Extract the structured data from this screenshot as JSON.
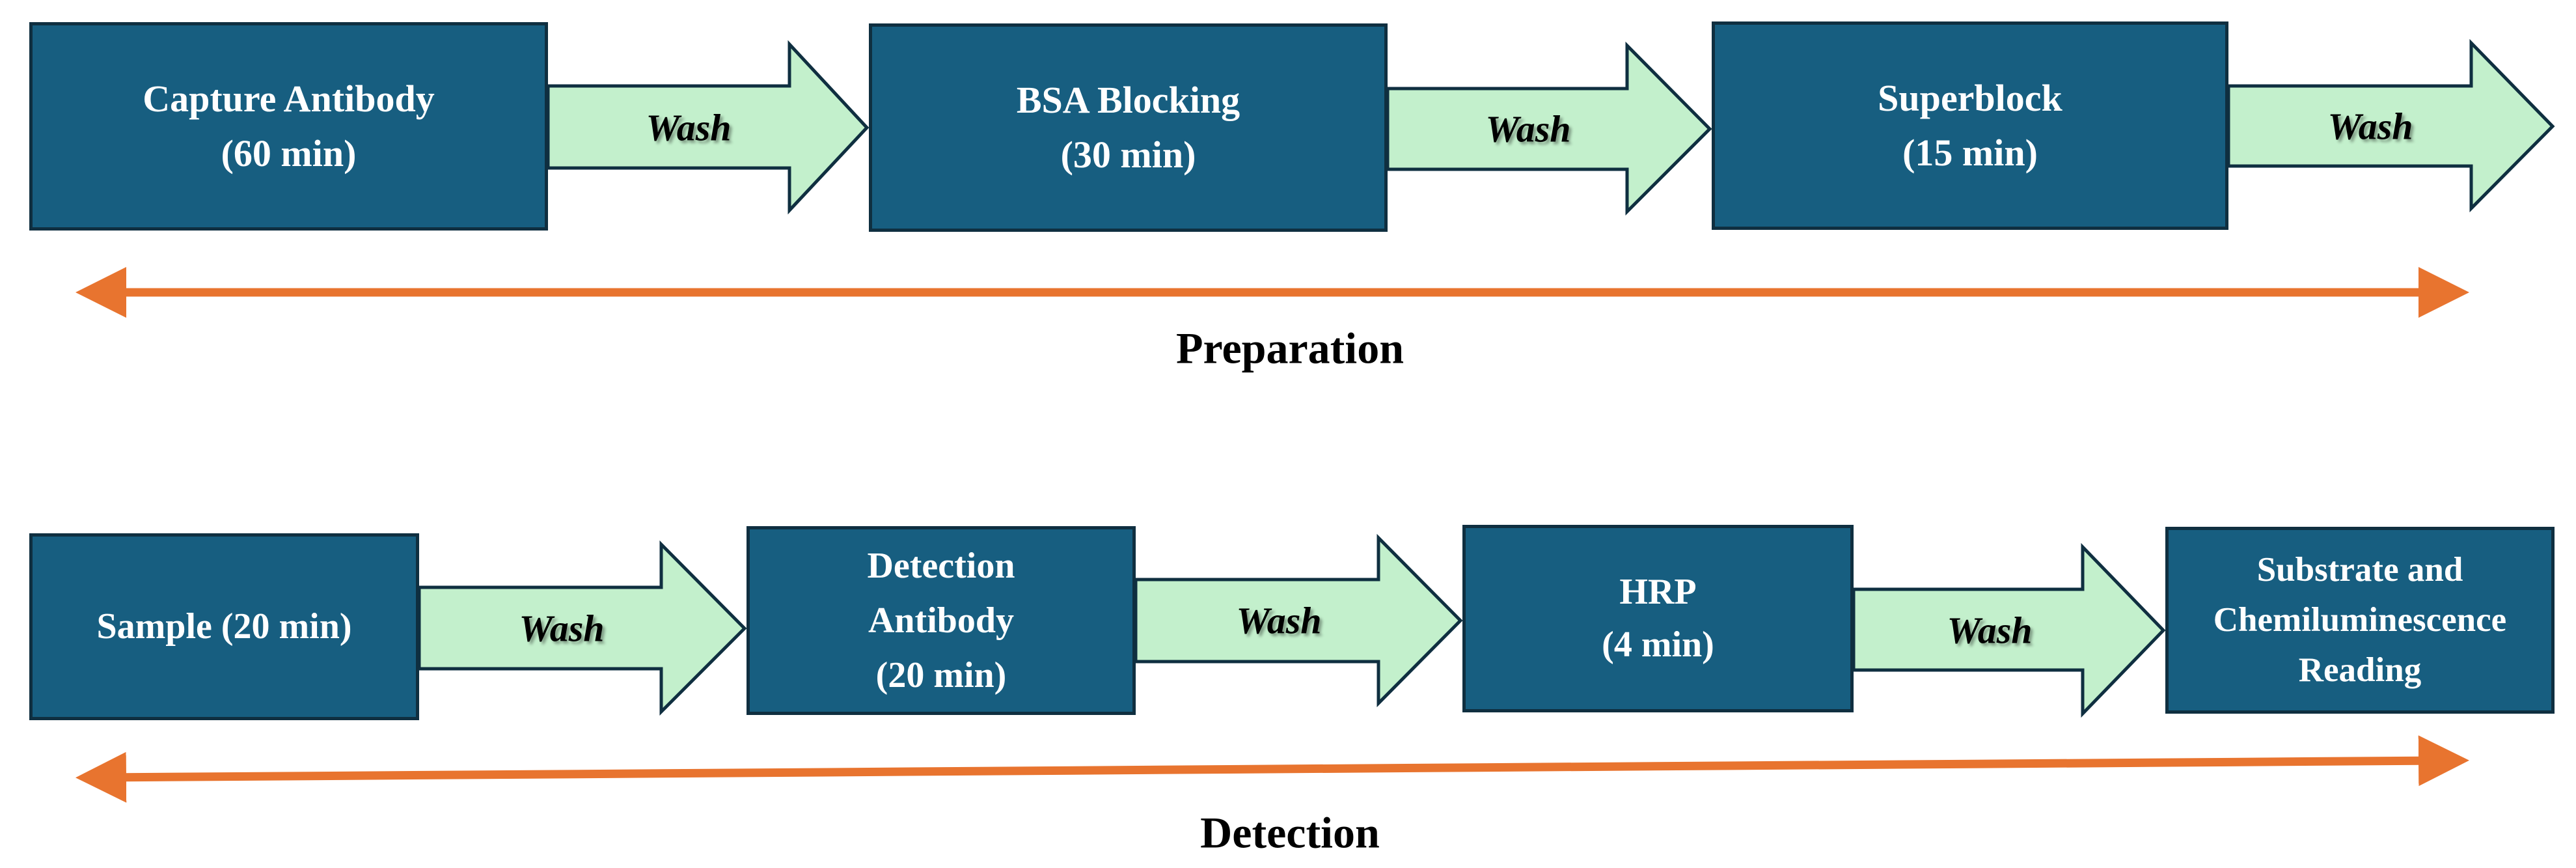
{
  "preparation": {
    "steps": [
      {
        "line1": "Capture Antibody",
        "line2": "(60 min)"
      },
      {
        "line1": "BSA Blocking",
        "line2": "(30 min)"
      },
      {
        "line1": "Superblock",
        "line2": "(15 min)"
      }
    ],
    "wash_labels": [
      "Wash",
      "Wash",
      "Wash"
    ],
    "label": "Preparation"
  },
  "detection": {
    "steps": [
      {
        "line1": "Sample (20 min)"
      },
      {
        "line1": "Detection",
        "line2": "Antibody",
        "line3": "(20 min)"
      },
      {
        "line1": "HRP",
        "line2": "(4 min)"
      },
      {
        "line1": "Substrate and",
        "line2": "Chemiluminescence",
        "line3": "Reading"
      }
    ],
    "wash_labels": [
      "Wash",
      "Wash",
      "Wash"
    ],
    "label": "Detection"
  },
  "colors": {
    "step_box": "#175e80",
    "step_border": "#0f2f40",
    "wash_arrow": "#c3f0cc",
    "timeline_arrow": "#e8742f"
  }
}
